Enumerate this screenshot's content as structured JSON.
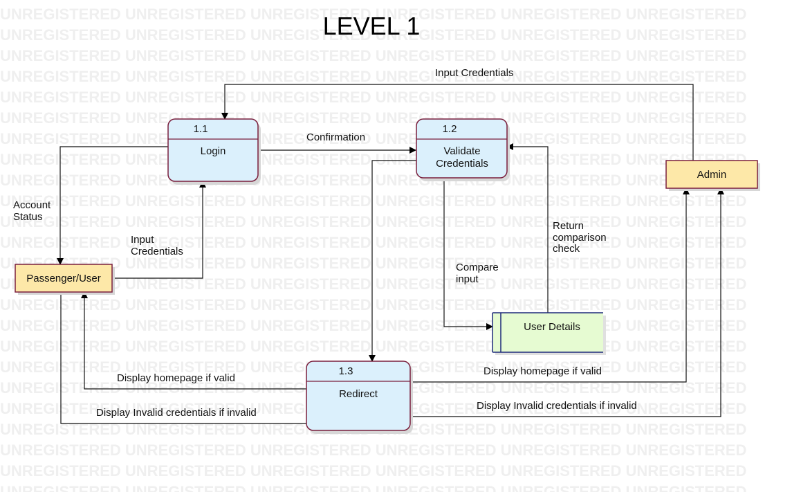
{
  "watermark": "UNREGISTERED UNREGISTERED UNREGISTERED UNREGISTERED UNREGISTERED UNREGISTERED",
  "title": "LEVEL 1",
  "processes": {
    "login": {
      "id": "1.1",
      "name": "Login"
    },
    "validate": {
      "id": "1.2",
      "name_line1": "Validate",
      "name_line2": "Credentials"
    },
    "redirect": {
      "id": "1.3",
      "name": "Redirect"
    }
  },
  "entities": {
    "user": "Passenger/User",
    "admin": "Admin"
  },
  "store": {
    "name": "User Details"
  },
  "flows": {
    "admin_input": "Input Credentials",
    "confirmation": "Confirmation",
    "account_status_1": "Account",
    "account_status_2": "Status",
    "user_input_1": "Input",
    "user_input_2": "Credentials",
    "return_check_1": "Return",
    "return_check_2": "comparison",
    "return_check_3": "check",
    "compare_input_1": "Compare",
    "compare_input_2": "input",
    "homepage_admin": "Display homepage if valid",
    "homepage_user": "Display homepage if valid",
    "invalid_admin": "Display Invalid credentials if invalid",
    "invalid_user": "Display Invalid credentials if invalid"
  }
}
